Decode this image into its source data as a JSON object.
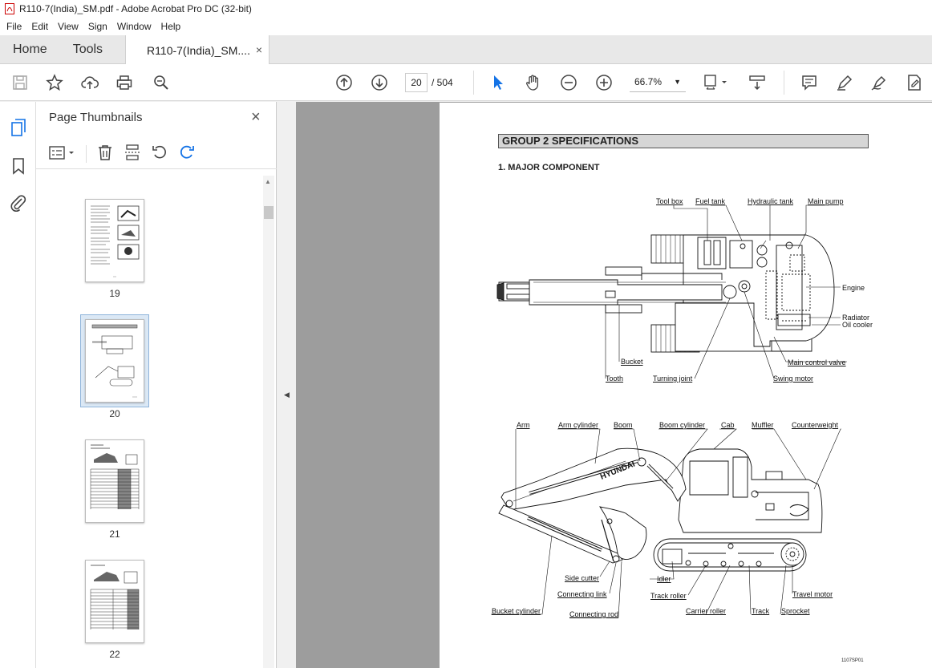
{
  "window": {
    "title": "R110-7(India)_SM.pdf - Adobe Acrobat Pro DC (32-bit)"
  },
  "menu": [
    "File",
    "Edit",
    "View",
    "Sign",
    "Window",
    "Help"
  ],
  "tabs": {
    "home": "Home",
    "tools": "Tools",
    "doc": "R110-7(India)_SM....",
    "close": "×"
  },
  "toolbar": {
    "page_current": "20",
    "page_total": "/ 504",
    "zoom": "66.7%"
  },
  "thumbnails": {
    "title": "Page Thumbnails",
    "close": "×",
    "items": [
      {
        "num": "19"
      },
      {
        "num": "20"
      },
      {
        "num": "21"
      },
      {
        "num": "22"
      }
    ]
  },
  "document": {
    "group_header": "GROUP  2  SPECIFICATIONS",
    "section": "1.  MAJOR COMPONENT",
    "top_labels": {
      "tool_box": "Tool box",
      "fuel_tank": "Fuel tank",
      "hydraulic_tank": "Hydraulic tank",
      "main_pump": "Main pump",
      "engine": "Engine",
      "radiator": "Radiator",
      "oil_cooler": "Oil cooler",
      "main_control_valve": "Main control valve",
      "bucket": "Bucket",
      "tooth": "Tooth",
      "turning_joint": "Turning joint",
      "swing_motor": "Swing motor"
    },
    "side_labels": {
      "arm": "Arm",
      "arm_cylinder": "Arm cylinder",
      "boom": "Boom",
      "boom_cylinder": "Boom cylinder",
      "cab": "Cab",
      "muffler": "Muffler",
      "counterweight": "Counterweight",
      "side_cutter": "Side cutter",
      "idler": "Idler",
      "connecting_link": "Connecting link",
      "track_roller": "Track roller",
      "travel_motor": "Travel motor",
      "bucket_cylinder": "Bucket cylinder",
      "carrier_roller": "Carrier roller",
      "track": "Track",
      "sprocket": "Sprocket",
      "connecting_rod": "Connecting rod"
    },
    "boom_text": "HYUNDAI",
    "figure_id": "1107SP01"
  }
}
